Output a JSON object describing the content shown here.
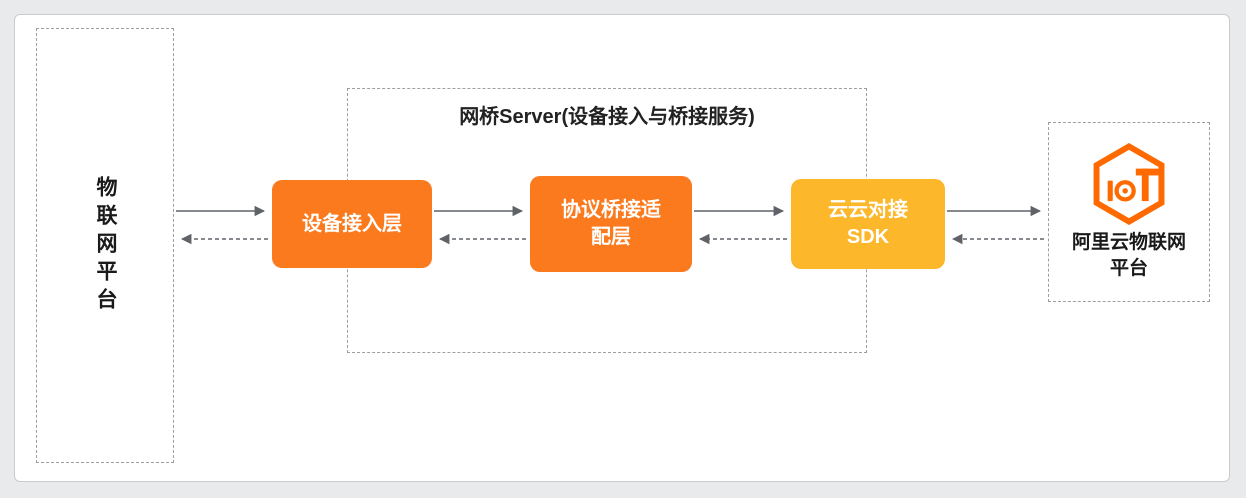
{
  "colors": {
    "orange": "#fb7a1e",
    "amber": "#fcb72a",
    "logo-orange": "#ff6a00",
    "arrow": "#5f6368"
  },
  "diagram": {
    "left_platform": {
      "label": "物联网平台"
    },
    "bridge_server": {
      "title": "网桥Server(设备接入与桥接服务)",
      "nodes": [
        {
          "label": "设备接入层"
        },
        {
          "label": "协议桥接适\n配层"
        },
        {
          "label": "云云对接\nSDK"
        }
      ]
    },
    "right_platform": {
      "label": "阿里云物联网\n平台",
      "icon": "aliyun-iot-logo"
    }
  }
}
